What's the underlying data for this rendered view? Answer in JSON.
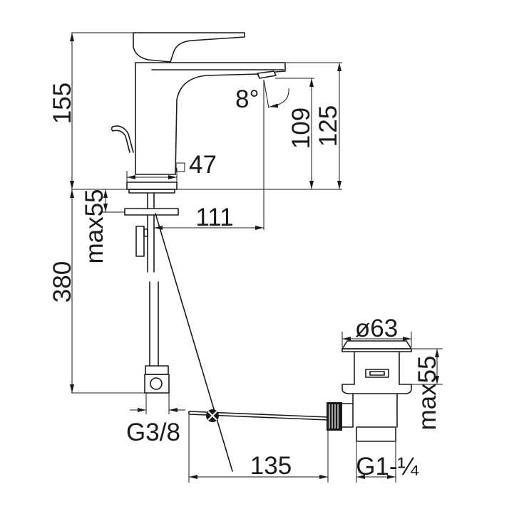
{
  "drawing": {
    "faucet": {
      "overall_height": "155",
      "spout_height": "125",
      "outlet_height": "109",
      "outlet_angle": "8°",
      "base_size": "47",
      "spout_reach": "111",
      "max_deck_thickness": "max55",
      "hose_length": "380",
      "hose_connection": "G3/8"
    },
    "waste": {
      "diameter": "ø63",
      "max_thickness": "max55",
      "rod_length": "135",
      "thread": "G1-¼"
    }
  },
  "icons": {
    "base_square": "square-symbol-icon"
  },
  "colors": {
    "line": "#1a1a1a",
    "background": "#ffffff"
  }
}
